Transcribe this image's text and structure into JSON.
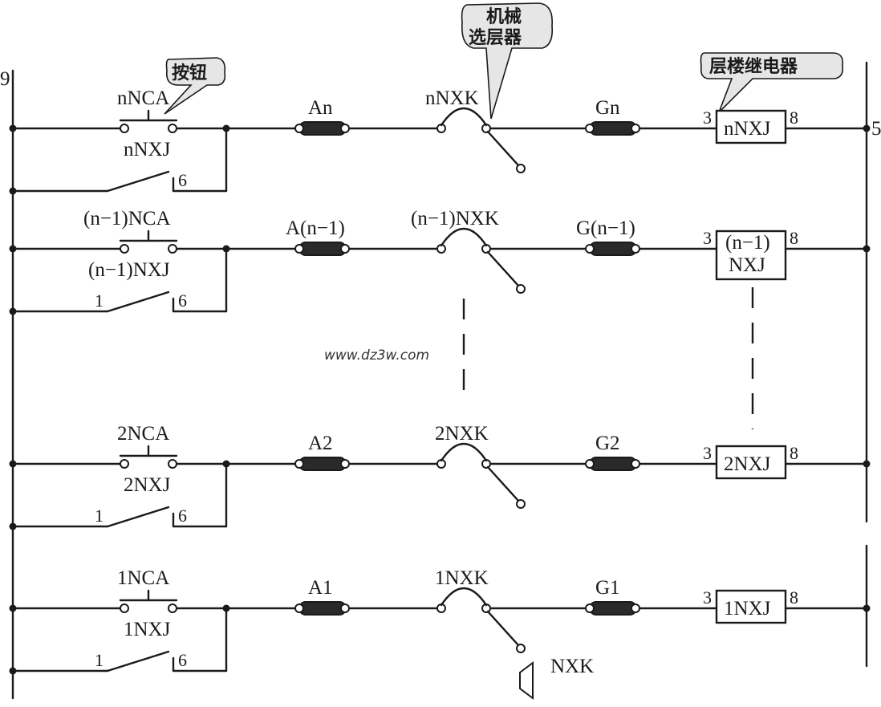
{
  "left_bus_label": "9",
  "right_bus_label": "5",
  "watermark": "www.dz3w.com",
  "callouts": {
    "button": "按钮",
    "selector_line1": "机械",
    "selector_line2": "选层器",
    "relay": "层楼继电器"
  },
  "contact_numbers": {
    "left": "1",
    "right": "6",
    "relay_in": "3",
    "relay_out": "8"
  },
  "rows": [
    {
      "button": "nNCA",
      "contact": "nNXJ",
      "lamp_a": "An",
      "selector": "nNXK",
      "lamp_g": "Gn",
      "relay_line1": "nNXJ",
      "relay_line2": ""
    },
    {
      "button": "(n−1)NCA",
      "contact": "(n−1)NXJ",
      "lamp_a": "A(n−1)",
      "selector": "(n−1)NXK",
      "lamp_g": "G(n−1)",
      "relay_line1": "(n−1)",
      "relay_line2": "NXJ"
    },
    {
      "button": "2NCA",
      "contact": "2NXJ",
      "lamp_a": "A2",
      "selector": "2NXK",
      "lamp_g": "G2",
      "relay_line1": "2NXJ",
      "relay_line2": ""
    },
    {
      "button": "1NCA",
      "contact": "1NXJ",
      "lamp_a": "A1",
      "selector": "1NXK",
      "lamp_g": "G1",
      "relay_line1": "1NXJ",
      "relay_line2": ""
    }
  ],
  "selector_end_label": "NXK"
}
